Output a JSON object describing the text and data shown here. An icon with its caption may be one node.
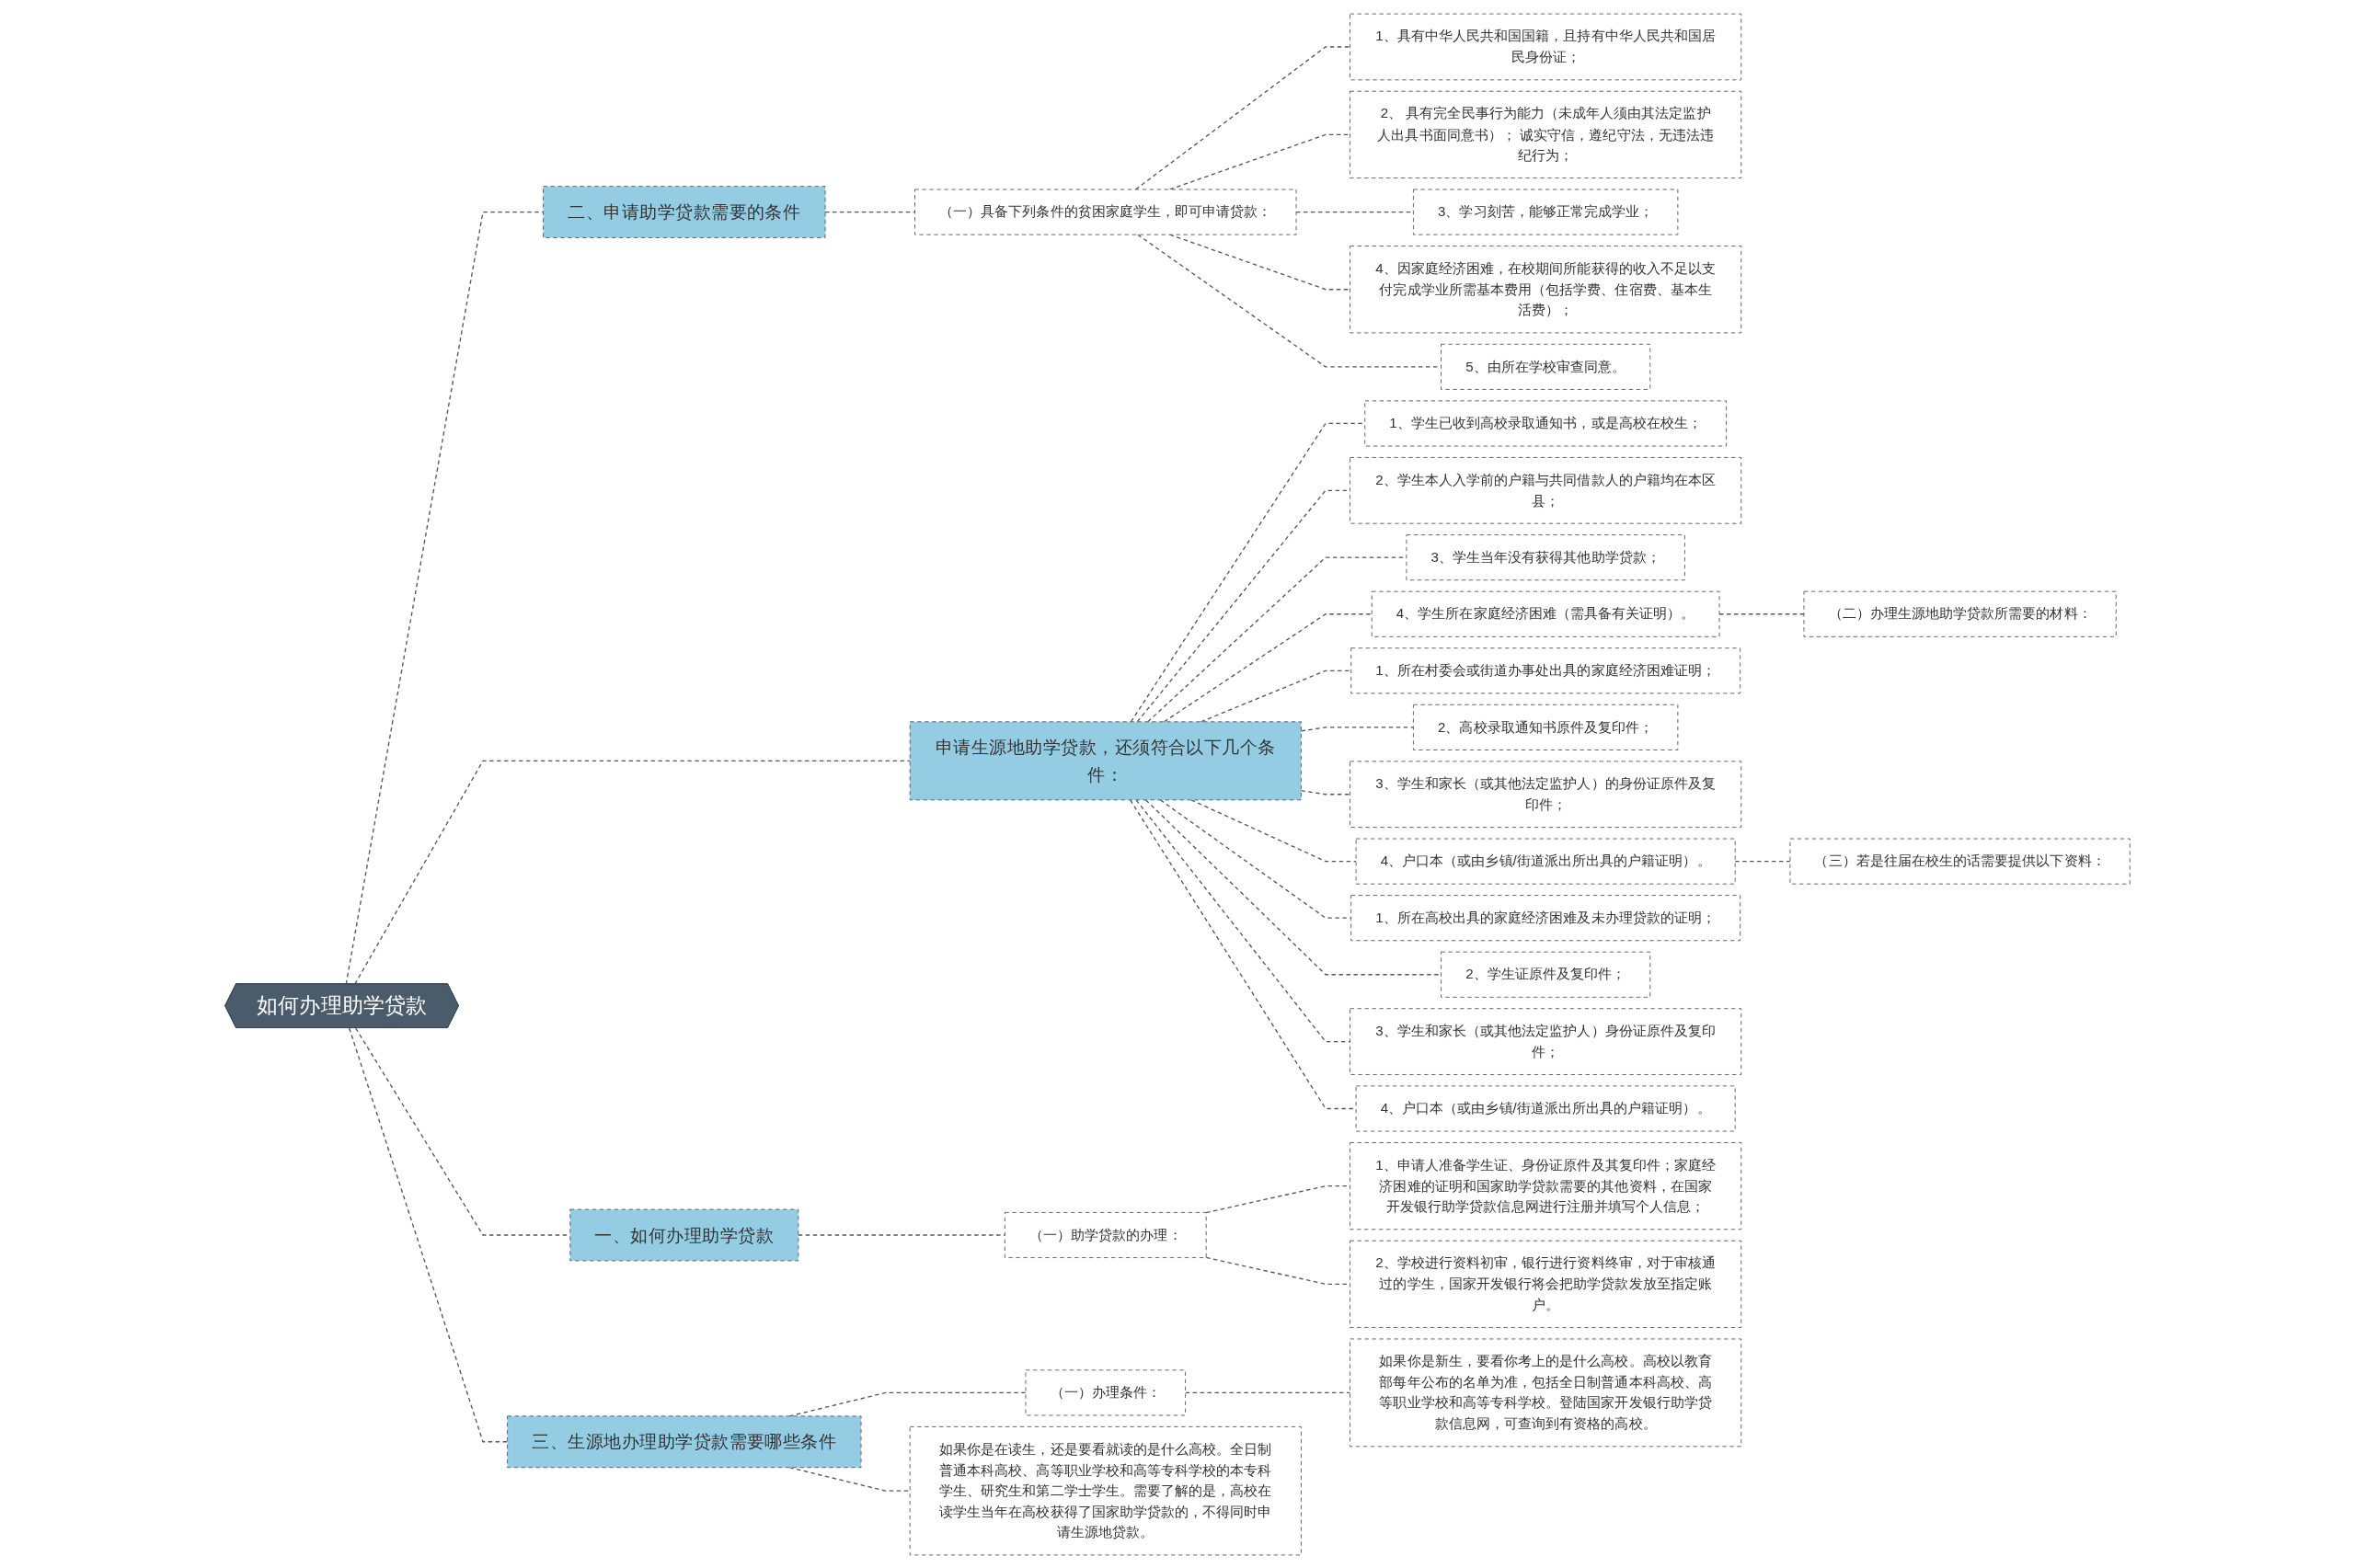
{
  "diagram": {
    "nodes": [
      {
        "text": [
          "如何办理助学贷款"
        ]
      },
      {
        "text": [
          "二、申请助学贷款需要的条件"
        ]
      },
      {
        "text": [
          "（一）具备下列条件的贫困家庭学生，即可申请贷款："
        ]
      },
      {
        "text": [
          "1、具有中华人民共和国国籍，且持有中华人民共和国居民身份证；"
        ]
      },
      {
        "text": [
          "2、 具有完全民事行为能力（未成年人须由其法定监护人出具书面同意书）； 诚实守信，遵纪守法，无违法违纪行为；"
        ]
      },
      {
        "text": [
          "3、学习刻苦，能够正常完成学业；"
        ]
      },
      {
        "text": [
          "4、因家庭经济困难，在校期间所能获得的收入不足以支付完成学业所需基本费用（包括学费、住宿费、基本生活费）；"
        ]
      },
      {
        "text": [
          "5、由所在学校审查同意。"
        ]
      },
      {
        "text": [
          "申请生源地助学贷款，还须符合以下几个条件："
        ]
      },
      {
        "text": [
          "1、学生已收到高校录取通知书，或是高校在校生；"
        ]
      },
      {
        "text": [
          "2、学生本人入学前的户籍与共同借款人的户籍均在本区县；"
        ]
      },
      {
        "text": [
          "3、学生当年没有获得其他助学贷款；"
        ]
      },
      {
        "text": [
          "4、学生所在家庭经济困难（需具备有关证明）。"
        ]
      },
      {
        "text": [
          "（二）办理生源地助学贷款所需要的材料："
        ]
      },
      {
        "text": [
          "1、所在村委会或街道办事处出具的家庭经济困难证明；"
        ]
      },
      {
        "text": [
          "2、高校录取通知书原件及复印件；"
        ]
      },
      {
        "text": [
          "3、学生和家长（或其他法定监护人）的身份证原件及复印件；"
        ]
      },
      {
        "text": [
          "4、户口本（或由乡镇/街道派出所出具的户籍证明）。"
        ]
      },
      {
        "text": [
          "（三）若是往届在校生的话需要提供以下资料："
        ]
      },
      {
        "text": [
          "1、所在高校出具的家庭经济困难及未办理贷款的证明；"
        ]
      },
      {
        "text": [
          "2、学生证原件及复印件；"
        ]
      },
      {
        "text": [
          "3、学生和家长（或其他法定监护人）身份证原件及复印件；"
        ]
      },
      {
        "text": [
          "4、户口本（或由乡镇/街道派出所出具的户籍证明）。"
        ]
      },
      {
        "text": [
          "一、如何办理助学贷款"
        ]
      },
      {
        "text": [
          "（一）助学贷款的办理："
        ]
      },
      {
        "text": [
          "1、申请人准备学生证、身份证原件及其复印件；家庭经济困难的证明和国家助学贷款需要的其他资料，在国家开发银行助学贷款信息网进行注册并填写个人信息；"
        ]
      },
      {
        "text": [
          "2、学校进行资料初审，银行进行资料终审，对于审核通过的学生，国家开发银行将会把助学贷款发放至指定账户。"
        ]
      },
      {
        "text": [
          "三、生源地办理助学贷款需要哪些条件"
        ]
      },
      {
        "text": [
          "（一）办理条件："
        ]
      },
      {
        "text": [
          "如果你是新生，要看你考上的是什么高校。高校以教育部每年公布的名单为准，包括全日制普通本科高校、高等职业学校和高等专科学校。登陆国家开发银行助学贷款信息网，可查询到有资格的高校。"
        ]
      },
      {
        "text": [
          "如果你是在读生，还是要看就读的是什么高校。全日制普通本科高校、高等职业学校和高等专科学校的本专科学生、研究生和第二学士学生。需要了解的是，高校在读学生当年在高校获得了国家助学贷款的，不得同时申请生源地贷款。"
        ]
      }
    ],
    "edges": [
      {
        "from": 0,
        "to": 1,
        "arrow": "none",
        "style": "dashed"
      },
      {
        "from": 1,
        "to": 2,
        "arrow": "none",
        "style": "dashed"
      },
      {
        "from": 2,
        "to": 3,
        "arrow": "none",
        "style": "dashed"
      },
      {
        "from": 2,
        "to": 4,
        "arrow": "none",
        "style": "dashed"
      },
      {
        "from": 2,
        "to": 5,
        "arrow": "none",
        "style": "dashed"
      },
      {
        "from": 2,
        "to": 6,
        "arrow": "none",
        "style": "dashed"
      },
      {
        "from": 2,
        "to": 7,
        "arrow": "none",
        "style": "dashed"
      },
      {
        "from": 0,
        "to": 8,
        "arrow": "none",
        "style": "dashed"
      },
      {
        "from": 8,
        "to": 9,
        "arrow": "none",
        "style": "dashed"
      },
      {
        "from": 8,
        "to": 10,
        "arrow": "none",
        "style": "dashed"
      },
      {
        "from": 8,
        "to": 11,
        "arrow": "none",
        "style": "dashed"
      },
      {
        "from": 8,
        "to": 12,
        "arrow": "none",
        "style": "dashed"
      },
      {
        "from": 12,
        "to": 13,
        "arrow": "none",
        "style": "dashed"
      },
      {
        "from": 8,
        "to": 14,
        "arrow": "none",
        "style": "dashed"
      },
      {
        "from": 8,
        "to": 15,
        "arrow": "none",
        "style": "dashed"
      },
      {
        "from": 8,
        "to": 16,
        "arrow": "none",
        "style": "dashed"
      },
      {
        "from": 8,
        "to": 17,
        "arrow": "none",
        "style": "dashed"
      },
      {
        "from": 17,
        "to": 18,
        "arrow": "none",
        "style": "dashed"
      },
      {
        "from": 8,
        "to": 19,
        "arrow": "none",
        "style": "dashed"
      },
      {
        "from": 8,
        "to": 20,
        "arrow": "none",
        "style": "dashed"
      },
      {
        "from": 8,
        "to": 21,
        "arrow": "none",
        "style": "dashed"
      },
      {
        "from": 8,
        "to": 22,
        "arrow": "none",
        "style": "dashed"
      },
      {
        "from": 0,
        "to": 23,
        "arrow": "none",
        "style": "dashed"
      },
      {
        "from": 23,
        "to": 24,
        "arrow": "none",
        "style": "dashed"
      },
      {
        "from": 24,
        "to": 25,
        "arrow": "none",
        "style": "dashed"
      },
      {
        "from": 24,
        "to": 26,
        "arrow": "none",
        "style": "dashed"
      },
      {
        "from": 0,
        "to": 27,
        "arrow": "none",
        "style": "dashed"
      },
      {
        "from": 27,
        "to": 28,
        "arrow": "none",
        "style": "dashed"
      },
      {
        "from": 28,
        "to": 29,
        "arrow": "none",
        "style": "dashed"
      },
      {
        "from": 27,
        "to": 30,
        "arrow": "none",
        "style": "dashed"
      }
    ]
  }
}
